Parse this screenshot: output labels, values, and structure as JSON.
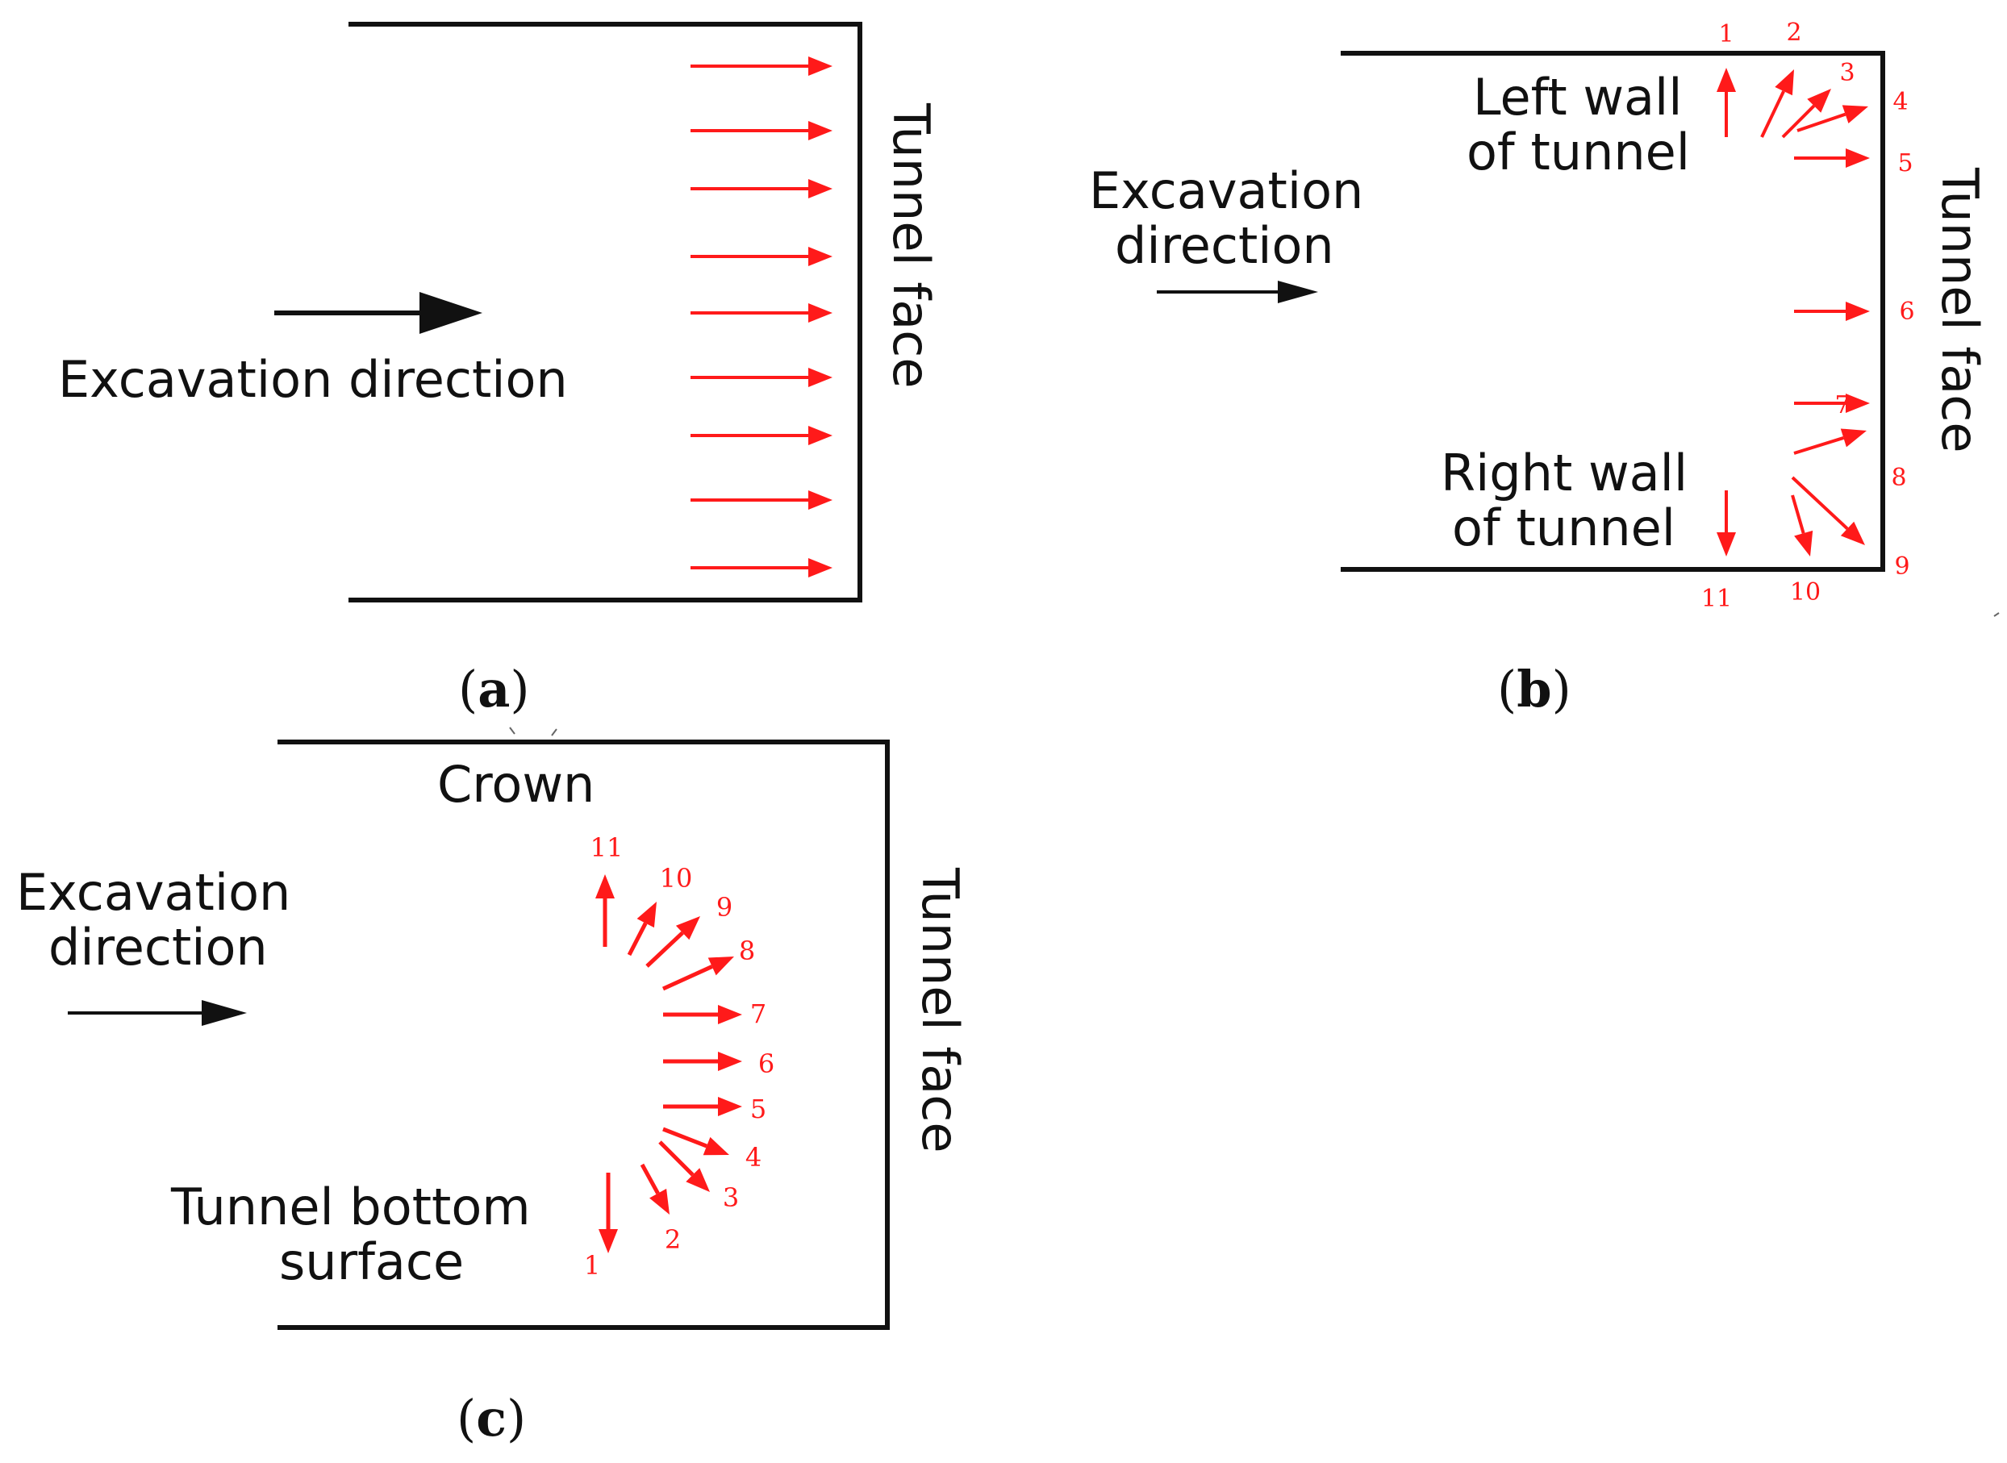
{
  "colors": {
    "outline": "#111111",
    "force_arrow": "#ff1a1a",
    "direction_arrow": "#111111"
  },
  "panels": {
    "a": {
      "caption_prefix": "(",
      "caption_letter": "a",
      "caption_suffix": ")",
      "tunnel_face": "Tunnel face",
      "excavation": "Excavation direction",
      "arrow_count": 9
    },
    "b": {
      "caption_prefix": "(",
      "caption_letter": "b",
      "caption_suffix": ")",
      "tunnel_face": "Tunnel face",
      "excavation_line1": "Excavation",
      "excavation_line2": "direction",
      "left_wall_line1": "Left wall",
      "left_wall_line2": "of tunnel",
      "right_wall_line1": "Right wall",
      "right_wall_line2": "of tunnel",
      "points": [
        "1",
        "2",
        "3",
        "4",
        "5",
        "6",
        "7",
        "8",
        "9",
        "10",
        "11"
      ]
    },
    "c": {
      "caption_prefix": "(",
      "caption_letter": "c",
      "caption_suffix": ")",
      "tunnel_face": "Tunnel face",
      "crown": "Crown",
      "excavation_line1": "Excavation",
      "excavation_line2": "direction",
      "bottom_line1": "Tunnel bottom",
      "bottom_line2": "surface",
      "points": [
        "1",
        "2",
        "3",
        "4",
        "5",
        "6",
        "7",
        "8",
        "9",
        "10",
        "11"
      ]
    }
  }
}
